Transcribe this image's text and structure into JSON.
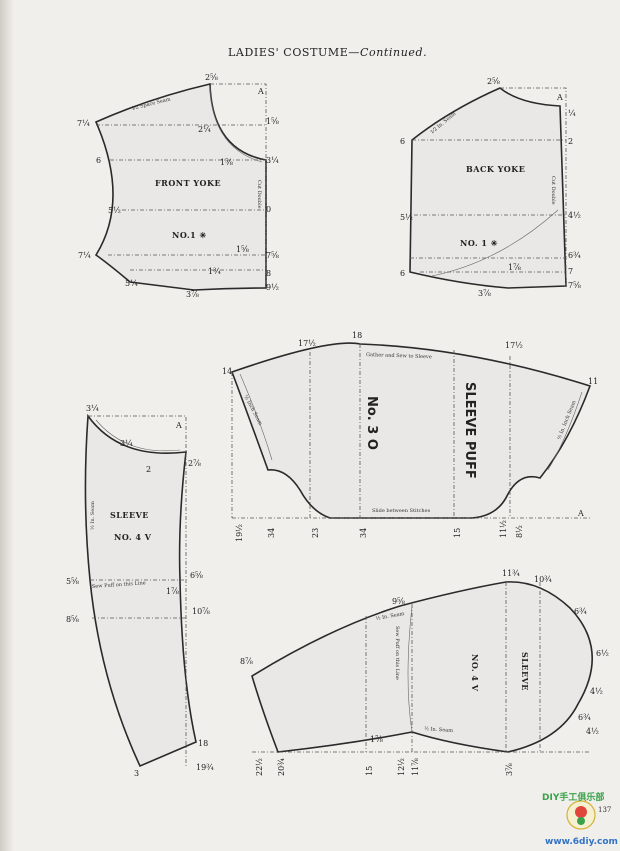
{
  "page": {
    "header_title": "LADIES' COSTUME",
    "header_sub": "—Continued.",
    "page_number": "137"
  },
  "front_yoke": {
    "name": "FRONT YOKE",
    "number": "NO.1 ✳",
    "hem_note": "1⁄2 Space Seam",
    "fold_note": "Cut Double",
    "corner": "A",
    "labels": [
      "2⅝",
      "7¼",
      "2¼",
      "1⅝",
      "6",
      "1⅝",
      "3¼",
      "5½",
      "0",
      "7¼",
      "1⅝",
      "7⅝",
      "5¼",
      "3⅞",
      "8",
      "9½",
      "1¾"
    ]
  },
  "back_yoke": {
    "name": "BACK YOKE",
    "number": "NO. 1 ✳",
    "hem_note": "1⁄2 In. Seam",
    "fold_note": "Cut Double",
    "corner": "A",
    "labels": [
      "2⅝",
      "¼",
      "2",
      "6",
      "5½",
      "4½",
      "6",
      "1⅞",
      "6¾",
      "7",
      "3⅞",
      "7⅝"
    ]
  },
  "sleeve_puff": {
    "name": "SLEEVE PUFF",
    "number": "No. 3 O",
    "gather_note": "Gather and Sew to Sleeve",
    "bottom_note": "Slide between Stitches",
    "left_note": "½ Inch Seam",
    "right_note": "½ In. Inch Seam",
    "corner": "A",
    "top_labels": [
      "14",
      "17½",
      "18",
      "17½",
      "11"
    ],
    "bottom_labels": [
      "19½",
      "34",
      "23",
      "34",
      "15",
      "11½",
      "8½"
    ]
  },
  "sleeve_left": {
    "name": "SLEEVE",
    "number": "NO. 4 V",
    "seam_note": "½ In. Seam",
    "puff_note": "Sew Puff on this Line",
    "corner": "A",
    "labels": [
      "3¼",
      "3¼",
      "2",
      "2⅞",
      "6⅝",
      "5⅝",
      "1⅞",
      "10⅞",
      "8⅝",
      "18",
      "3",
      "19¾"
    ]
  },
  "sleeve_right": {
    "name": "SLEEVE",
    "number": "NO. 4 V",
    "seam_note": "½ In. Seam",
    "puff_note": "Sew Puff on this Line",
    "label_seam": "½ In. Seam",
    "labels": [
      "11¾",
      "10¾",
      "9⅝",
      "6¾",
      "6½",
      "8⅞",
      "4½",
      "1⅞",
      "6¾",
      "4½",
      "22½",
      "20¾",
      "15",
      "12½",
      "11⅞",
      "3⅞"
    ]
  },
  "watermark": {
    "line1": "DIY手工俱乐部",
    "line2": "www.6diy.com"
  }
}
